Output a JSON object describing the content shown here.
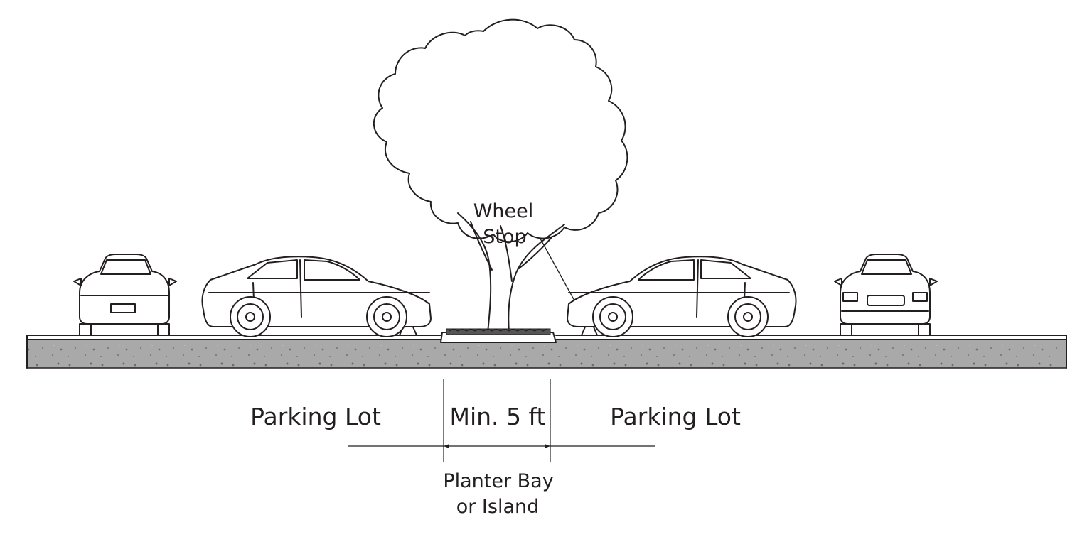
{
  "labels": {
    "wheel_stop_line1": "Wheel",
    "wheel_stop_line2": "Stop",
    "parking_lot_left": "Parking Lot",
    "parking_lot_right": "Parking Lot",
    "dimension": "Min. 5 ft",
    "planter_line1": "Planter Bay",
    "planter_line2": "or Island"
  },
  "colors": {
    "ink": "#231f20",
    "pavement": "#a9a9a9",
    "background": "#ffffff"
  }
}
